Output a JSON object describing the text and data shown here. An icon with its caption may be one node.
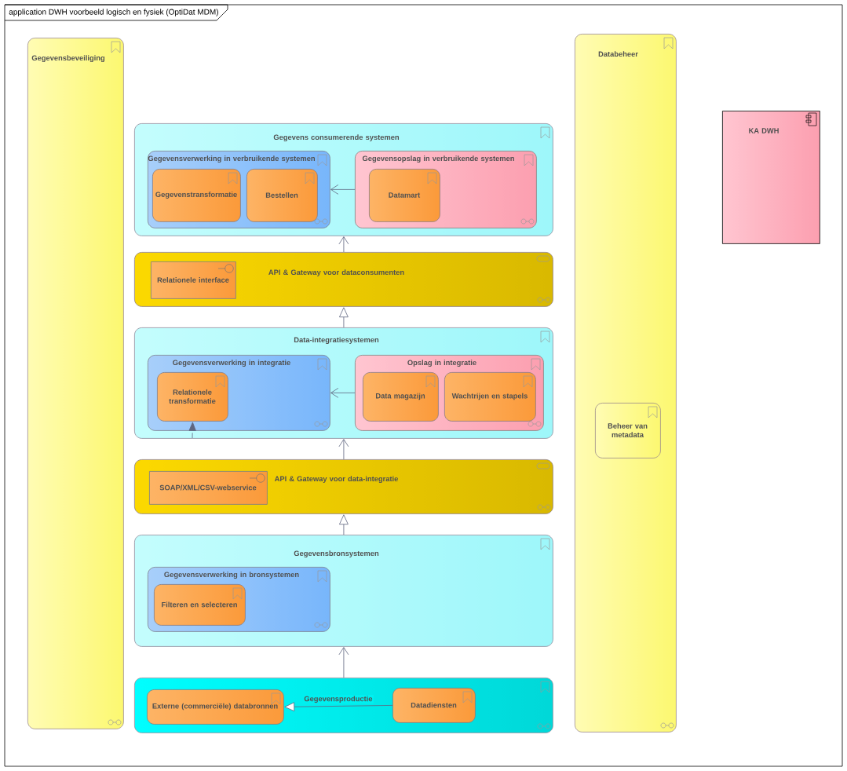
{
  "diagram": {
    "title": "application DWH voorbeeld logisch en fysiek (OptiDat MDM)",
    "nodes": [
      {
        "text": [
          "Gegevensbeveiliging"
        ]
      },
      {
        "text": [
          "Databeheer"
        ]
      },
      {
        "text": [
          "Beheer van metadata"
        ],
        "in": 1
      },
      {
        "text": [
          "KA DWH"
        ]
      },
      {
        "text": [
          "Gegevens consumerende systemen"
        ]
      },
      {
        "text": [
          "Gegevensverwerking in verbruikende systemen"
        ],
        "in": 4
      },
      {
        "text": [
          "Gegevenstransformatie"
        ],
        "in": 5
      },
      {
        "text": [
          "Bestellen"
        ],
        "in": 5
      },
      {
        "text": [
          "Gegevensopslag in verbruikende systemen"
        ],
        "in": 4
      },
      {
        "text": [
          "Datamart"
        ],
        "in": 8
      },
      {
        "text": [
          "API & Gateway voor dataconsumenten"
        ]
      },
      {
        "text": [
          "Relationele interface"
        ],
        "in": 10
      },
      {
        "text": [
          "Data-integratiesystemen"
        ]
      },
      {
        "text": [
          "Gegevensverwerking in integratie"
        ],
        "in": 12
      },
      {
        "text": [
          "Relationele transformatie"
        ],
        "in": 13
      },
      {
        "text": [
          "Opslag in integratie"
        ],
        "in": 12
      },
      {
        "text": [
          "Data magazijn"
        ],
        "in": 15
      },
      {
        "text": [
          "Wachtrijen en stapels"
        ],
        "in": 15
      },
      {
        "text": [
          "API & Gateway voor data-integratie"
        ]
      },
      {
        "text": [
          "SOAP/XML/CSV-webservice"
        ],
        "in": 18
      },
      {
        "text": [
          "Gegevensbronsystemen"
        ]
      },
      {
        "text": [
          "Gegevensverwerking in bronsystemen"
        ],
        "in": 20
      },
      {
        "text": [
          "Filteren en selecteren"
        ],
        "in": 21
      },
      {
        "text": [],
        "shape": "box"
      },
      {
        "text": [
          "Externe (commerciële) databronnen"
        ],
        "in": 23
      },
      {
        "text": [
          "Datadiensten"
        ],
        "in": 23
      }
    ],
    "edges": [
      {
        "from": 8,
        "to": 5,
        "arrow": "to"
      },
      {
        "from": 10,
        "to": 4,
        "arrow": "to"
      },
      {
        "from": 12,
        "to": 10,
        "arrow": "to"
      },
      {
        "from": 15,
        "to": 13,
        "arrow": "to"
      },
      {
        "from": null,
        "to": 14,
        "arrow": "to",
        "style": "dashed"
      },
      {
        "from": 18,
        "to": 12,
        "arrow": "to"
      },
      {
        "from": 20,
        "to": 18,
        "arrow": "to"
      },
      {
        "from": 23,
        "to": 20,
        "arrow": "to"
      },
      {
        "from": 25,
        "to": 24,
        "arrow": "to",
        "label": "Gegevensproductie"
      }
    ]
  }
}
